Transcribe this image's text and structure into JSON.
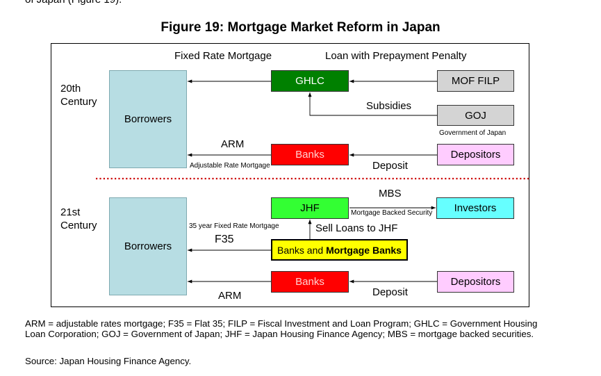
{
  "page": {
    "cut_text": "of Japan (Figure 19).",
    "figure_title": "Figure 19: Mortgage Market Reform in Japan"
  },
  "diagram": {
    "top_labels": {
      "fixed_rate": "Fixed Rate Mortgage",
      "prepay": "Loan with Prepayment Penalty"
    },
    "era20": {
      "century": "20th\nCentury",
      "borrowers": "Borrowers",
      "ghlc": "GHLC",
      "mof": "MOF FILP",
      "subsidies": "Subsidies",
      "goj": "GOJ",
      "goj_full": "Government of Japan",
      "arm": "ARM",
      "arm_full": "Adjustable Rate Mortgage",
      "banks": "Banks",
      "deposit": "Deposit",
      "depositors": "Depositors"
    },
    "era21": {
      "century": "21st\nCentury",
      "borrowers": "Borrowers",
      "mbs": "MBS",
      "jhf": "JHF",
      "mbs_full": "Mortgage Backed Security",
      "investors": "Investors",
      "f35_full": "35 year Fixed Rate Mortgage",
      "sell_loans": "Sell Loans to JHF",
      "f35": "F35",
      "banks_mortgage_part1": "Banks and ",
      "banks_mortgage_part2": "Mortgage Banks",
      "banks": "Banks",
      "depositors": "Depositors",
      "deposit": "Deposit",
      "arm": "ARM"
    },
    "colors": {
      "borrowers": "#b7dde3",
      "ghlc": "#008000",
      "gray": "#d4d4d4",
      "banks": "#ff0000",
      "depositors": "#ffccff",
      "jhf": "#33ff33",
      "investors": "#66ffff",
      "mortgage_banks": "#ffff00",
      "divider": "#cc0000"
    }
  },
  "footer": {
    "notes": "ARM = adjustable rates mortgage; F35 = Flat 35; FILP = Fiscal Investment and Loan Program; GHLC = Government Housing Loan Corporation; GOJ = Government of Japan; JHF = Japan Housing Finance Agency; MBS = mortgage backed securities.",
    "source": "Source: Japan Housing Finance Agency."
  }
}
